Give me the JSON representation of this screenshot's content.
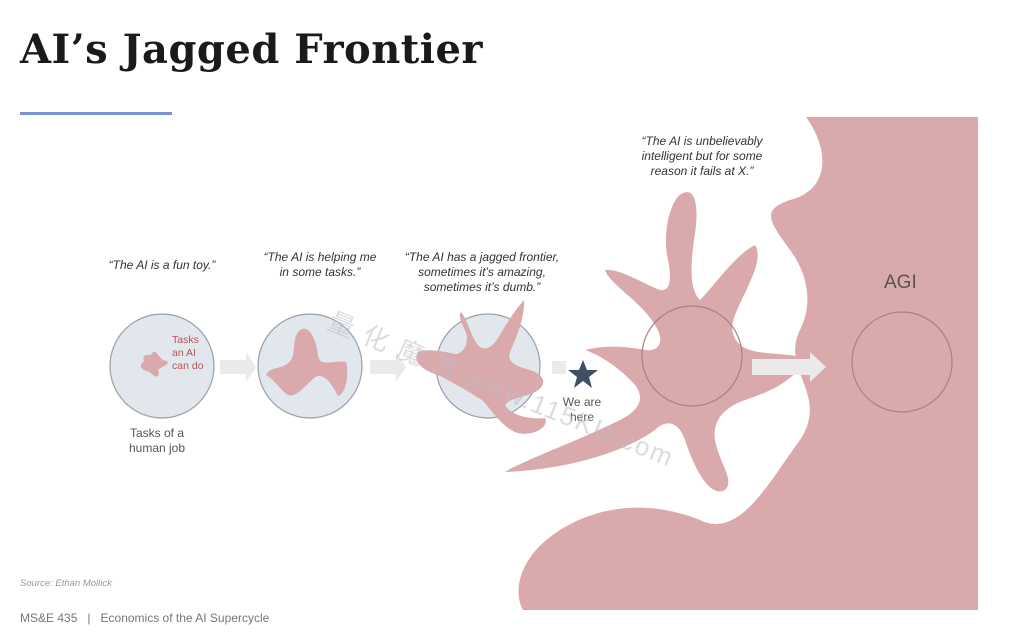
{
  "slide": {
    "title": "AI’s Jagged Frontier",
    "accent_color": "#7b95d4"
  },
  "diagram": {
    "blob_color": "#d9a9ac",
    "circle_fill": "#dde3ea",
    "circle_stroke": "#9aa0a8",
    "arrow_color": "#eaeaea",
    "star_color": "#3e5064",
    "quotes": {
      "stage1": "“The AI is a fun toy.”",
      "stage2_line1": "“The AI is helping me",
      "stage2_line2": "in some tasks.”",
      "stage3_line1": "“The AI has a jagged frontier,",
      "stage3_line2": "sometimes it’s amazing,",
      "stage3_line3": "sometimes it’s dumb.”",
      "stage4_line1": "“The AI is unbelievably",
      "stage4_line2": "intelligent but for some",
      "stage4_line3": "reason it fails at X.”"
    },
    "labels": {
      "tasks_ai_line1": "Tasks",
      "tasks_ai_line2": "an AI",
      "tasks_ai_line3": "can do",
      "human_job_line1": "Tasks of a",
      "human_job_line2": "human job",
      "we_are_line1": "We are",
      "we_are_line2": "here",
      "agi": "AGI"
    },
    "icons": [
      "arrow-right-icon",
      "star-icon"
    ]
  },
  "watermark": "量 化 魔 方  www.115KU.com",
  "source": "Source: Ethan Mollick",
  "footer": {
    "course": "MS&E 435",
    "separator": "|",
    "subtitle": "Economics of the AI Supercycle"
  }
}
